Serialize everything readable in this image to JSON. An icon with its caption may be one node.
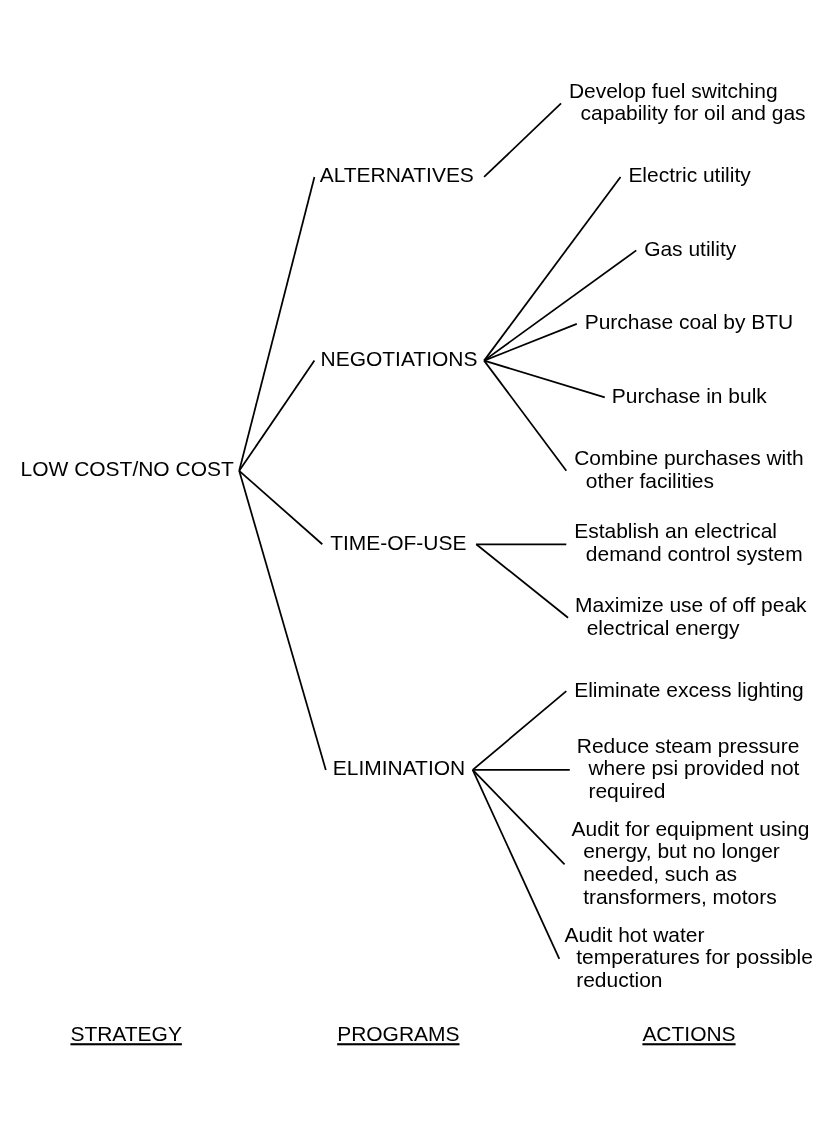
{
  "diagram": {
    "nodes": [
      {
        "text": [
          "LOW COST/NO COST"
        ]
      },
      {
        "text": [
          "ALTERNATIVES"
        ]
      },
      {
        "text": [
          "NEGOTIATIONS"
        ]
      },
      {
        "text": [
          "TIME-OF-USE"
        ]
      },
      {
        "text": [
          "ELIMINATION"
        ]
      },
      {
        "text": [
          "Develop fuel switching capability for oil and gas"
        ]
      },
      {
        "text": [
          "Electric utility"
        ]
      },
      {
        "text": [
          "Gas utility"
        ]
      },
      {
        "text": [
          "Purchase coal by BTU"
        ]
      },
      {
        "text": [
          "Purchase in bulk"
        ]
      },
      {
        "text": [
          "Combine purchases with other facilities"
        ]
      },
      {
        "text": [
          "Establish an electrical demand control system"
        ]
      },
      {
        "text": [
          "Maximize use of off peak electrical energy"
        ]
      },
      {
        "text": [
          "Eliminate excess lighting"
        ]
      },
      {
        "text": [
          "Reduce steam pressure where psi provided not required"
        ]
      },
      {
        "text": [
          "Audit for equipment using energy, but no longer needed, such as transformers, motors"
        ]
      },
      {
        "text": [
          "Audit hot water temperatures for possible reduction"
        ]
      }
    ],
    "edges": [
      {
        "from": 0,
        "to": 1,
        "arrow": "none"
      },
      {
        "from": 0,
        "to": 2,
        "arrow": "none"
      },
      {
        "from": 0,
        "to": 3,
        "arrow": "none"
      },
      {
        "from": 0,
        "to": 4,
        "arrow": "none"
      },
      {
        "from": 1,
        "to": 5,
        "arrow": "none"
      },
      {
        "from": 2,
        "to": 6,
        "arrow": "none"
      },
      {
        "from": 2,
        "to": 7,
        "arrow": "none"
      },
      {
        "from": 2,
        "to": 8,
        "arrow": "none"
      },
      {
        "from": 2,
        "to": 9,
        "arrow": "none"
      },
      {
        "from": 2,
        "to": 10,
        "arrow": "none"
      },
      {
        "from": 3,
        "to": 11,
        "arrow": "none"
      },
      {
        "from": 3,
        "to": 12,
        "arrow": "none"
      },
      {
        "from": 4,
        "to": 13,
        "arrow": "none"
      },
      {
        "from": 4,
        "to": 14,
        "arrow": "none"
      },
      {
        "from": 4,
        "to": 15,
        "arrow": "none"
      },
      {
        "from": 4,
        "to": 16,
        "arrow": "none"
      }
    ],
    "labels": [
      "STRATEGY",
      "PROGRAMS",
      "ACTIONS"
    ]
  }
}
